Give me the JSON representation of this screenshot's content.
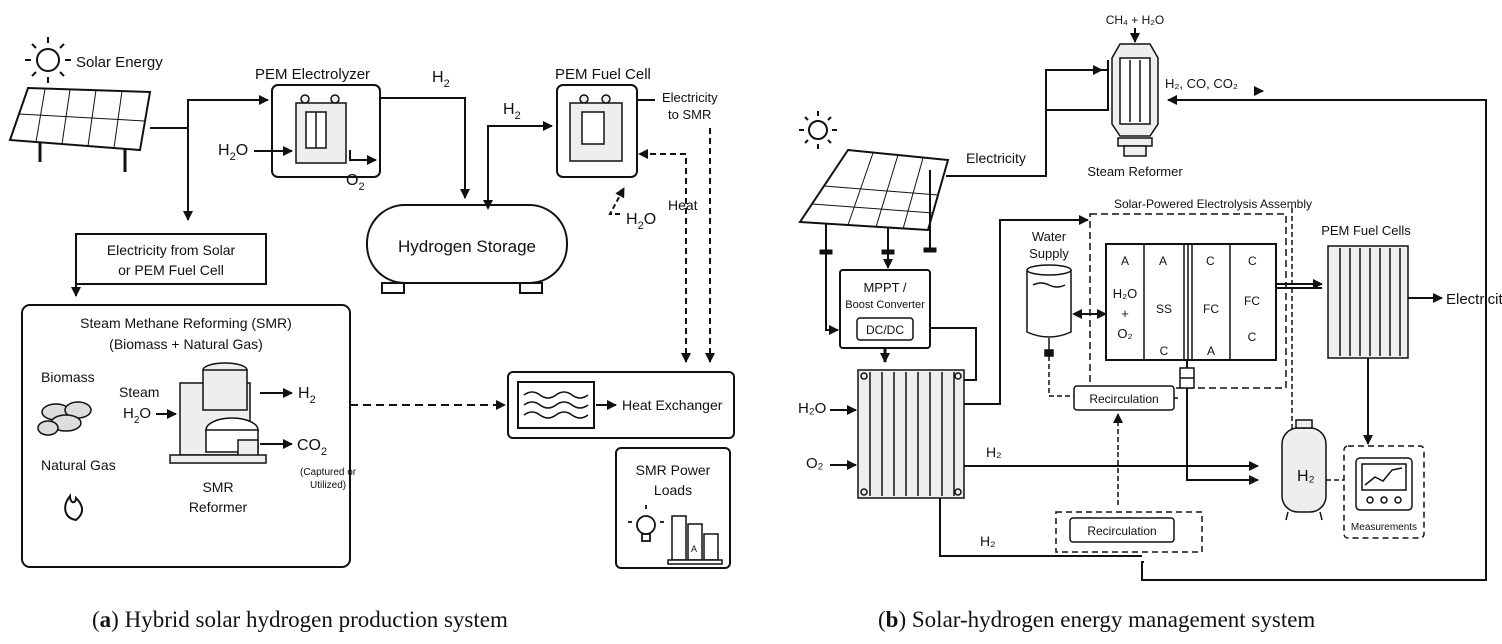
{
  "panel_a": {
    "solar_energy": "Solar Energy",
    "pem_electrolyzer": "PEM Electrolyzer",
    "pem_fuel_cell": "PEM Fuel Cell",
    "electricity_to_smr_1": "Electricity",
    "electricity_to_smr_2": "to SMR",
    "h2": "H",
    "h2o": "H",
    "o2": "O",
    "sub_2": "2",
    "heat": "Heat",
    "hydrogen_storage": "Hydrogen Storage",
    "elec_box_1": "Electricity from Solar",
    "elec_box_2": "or PEM Fuel Cell",
    "smr_title_1": "Steam Methane Reforming (SMR)",
    "smr_title_2": "(Biomass + Natural Gas)",
    "biomass": "Biomass",
    "natural_gas": "Natural Gas",
    "steam": "Steam",
    "co2": "CO",
    "captured_1": "(Captured or",
    "captured_2": "Utilized)",
    "smr_reformer_1": "SMR",
    "smr_reformer_2": "Reformer",
    "heat_exchanger": "Heat Exchanger",
    "smr_power_loads_1": "SMR Power",
    "smr_power_loads_2": "Loads",
    "letter_a": "A"
  },
  "panel_b": {
    "ch4_h2o": "CH₄ + H₂O",
    "products": "H₂, CO, CO₂",
    "steam_reformer": "Steam Reformer",
    "electricity_in": "Electricity",
    "assembly_title": "Solar-Powered Electrolysis Assembly",
    "water_supply_1": "Water",
    "water_supply_2": "Supply",
    "pem_fuel_cells": "PEM Fuel Cells",
    "electricity_out": "Electricity",
    "mppt_1": "MPPT /",
    "mppt_2": "Boost Converter",
    "dcdc": "DC/DC",
    "cell_labels": [
      "A",
      "A",
      "C",
      "C"
    ],
    "cell_mid_1": "H₂O",
    "cell_mid_2": "+",
    "cell_mid_3": "O₂",
    "ss": "SS",
    "fc1": "FC",
    "fc2": "FC",
    "bottom_c1": "C",
    "bottom_a": "A",
    "bottom_c2": "C",
    "h2o_in": "H₂O",
    "o2_in": "O₂",
    "recirculation_1": "Recirculation",
    "recirculation_2": "Recirculation",
    "h2_line_1": "H₂",
    "h2_line_2": "H₂",
    "h2_tank": "H₂",
    "measurements": "Measurements"
  },
  "captions": {
    "a_letter": "a",
    "a_text": " Hybrid solar hydrogen production system",
    "b_letter": "b",
    "b_text": " Solar-hydrogen energy management system"
  }
}
